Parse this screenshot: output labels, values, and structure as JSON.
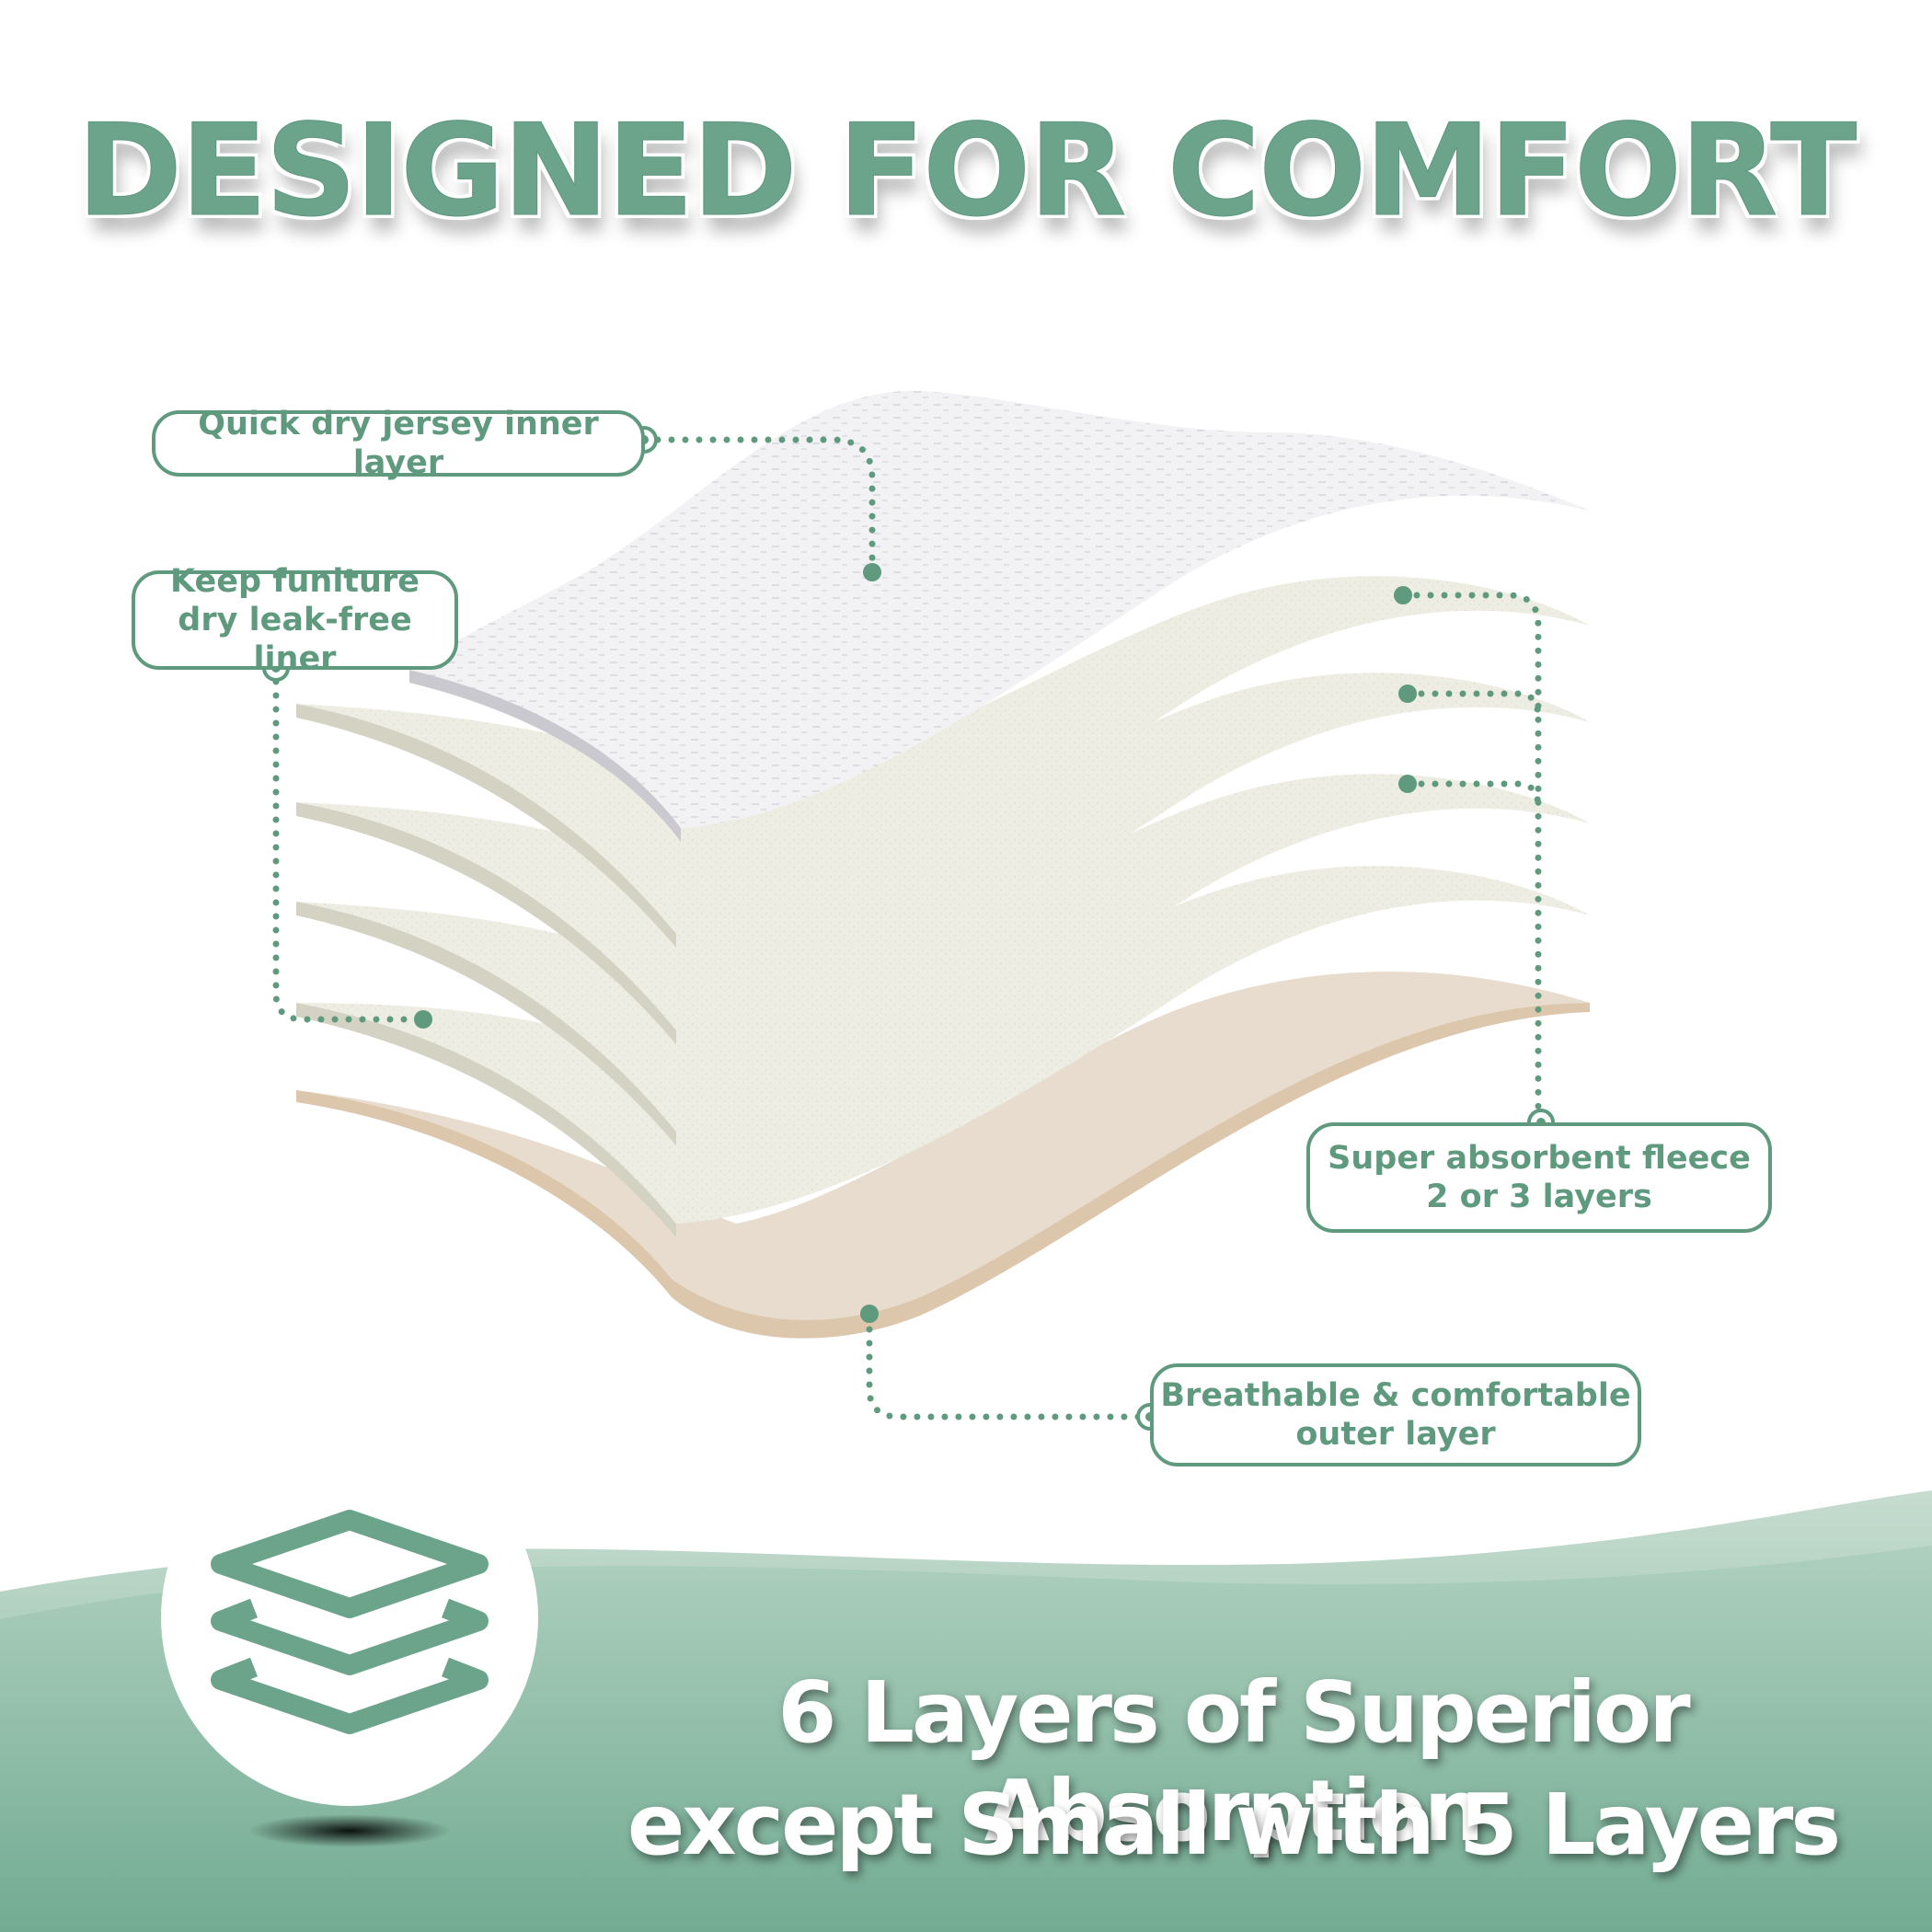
{
  "title": "DESIGNED FOR COMFORT",
  "callouts": {
    "inner_layer": "Quick dry jersey inner layer",
    "liner_line1": "Keep funiture",
    "liner_line2": "dry leak-free liner",
    "fleece_line1": "Super absorbent fleece",
    "fleece_line2": "2 or 3 layers",
    "outer_line1": "Breathable & comfortable",
    "outer_line2": "outer layer"
  },
  "footer": {
    "line1": "6 Layers of Superior Absorption",
    "line2": "except Small with 5 Layers"
  },
  "icons": {
    "layers": "stacked-layers-icon"
  },
  "colors": {
    "accent_green": "#6ba38b",
    "dark_green": "#5f9a7f",
    "fleece": "#ecebdf",
    "outer": "#e6d9c9",
    "inner": "#f3f3f5"
  }
}
